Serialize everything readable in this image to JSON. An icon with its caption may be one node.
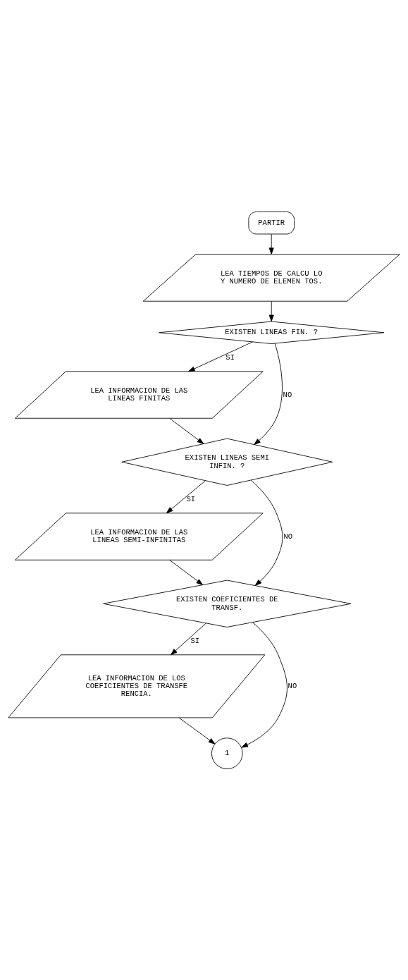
{
  "diagram": {
    "nodes": [
      {
        "text": [
          "PARTIR"
        ]
      },
      {
        "text": [
          "LEA TIEMPOS DE CALCU LO Y NUMERO DE ELEMEN TOS."
        ]
      },
      {
        "text": [
          "EXISTEN LINEAS FIN. ?"
        ]
      },
      {
        "text": [
          "LEA INFORMACION DE LAS LINEAS FINITAS"
        ]
      },
      {
        "text": [
          "EXISTEN LINEAS SEMI INFIN. ?"
        ]
      },
      {
        "text": [
          "LEA INFORMACION DE LAS LINEAS SEMI-INFINITAS"
        ]
      },
      {
        "text": [
          "EXISTEN COEFICIENTES DE TRANSF."
        ]
      },
      {
        "text": [
          "LEA INFORMACION DE LOS COEFICIENTES DE TRANSFE RENCIA."
        ]
      },
      {
        "text": [
          "1"
        ]
      }
    ],
    "edges": [
      {
        "from": 0,
        "to": 1,
        "arrow": "to"
      },
      {
        "from": 1,
        "to": 2,
        "arrow": "to"
      },
      {
        "from": 2,
        "to": 3,
        "arrow": "to",
        "label": "SI"
      },
      {
        "from": 2,
        "to": 4,
        "arrow": "to",
        "label": "NO"
      },
      {
        "from": 3,
        "to": 4,
        "arrow": "to"
      },
      {
        "from": 4,
        "to": 5,
        "arrow": "to",
        "label": "SI"
      },
      {
        "from": 4,
        "to": 6,
        "arrow": "to",
        "label": "NO"
      },
      {
        "from": 5,
        "to": 6,
        "arrow": "to"
      },
      {
        "from": 6,
        "to": 7,
        "arrow": "to",
        "label": "SI"
      },
      {
        "from": 6,
        "to": 8,
        "arrow": "to",
        "label": "NO"
      },
      {
        "from": 7,
        "to": 8,
        "arrow": "to"
      }
    ]
  }
}
